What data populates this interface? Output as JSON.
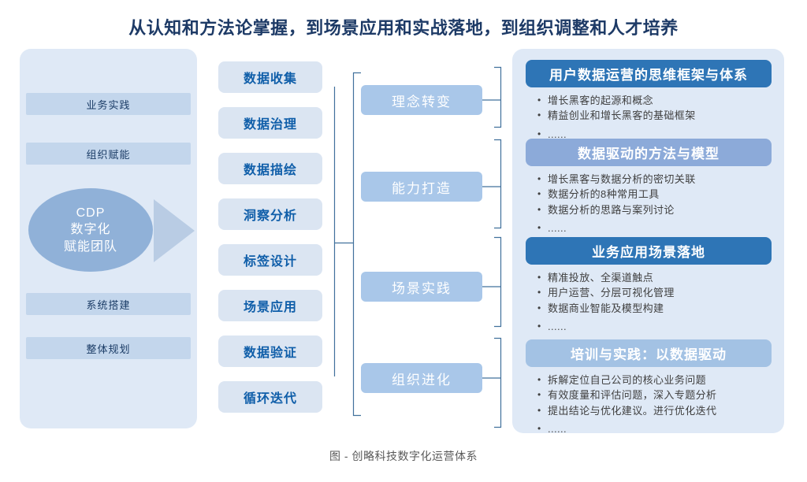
{
  "title": "从认知和方法论掌握，到场景应用和实战落地，到组织调整和人才培养",
  "caption": "图 - 创略科技数字化运营体系",
  "left_panel": {
    "bars": [
      "业务实践",
      "组织赋能",
      "系统搭建",
      "整体规划"
    ],
    "ellipse_label": "CDP\n数字化\n赋能团队"
  },
  "pipeline": {
    "items": [
      "数据收集",
      "数据治理",
      "数据描绘",
      "洞察分析",
      "标签设计",
      "场景应用",
      "数据验证",
      "循环迭代"
    ]
  },
  "stages": [
    "理念转变",
    "能力打造",
    "场景实践",
    "组织进化"
  ],
  "sections": [
    {
      "header": "用户数据运营的思维框架与体系",
      "bullets": [
        "增长黑客的起源和概念",
        "精益创业和增长黑客的基础框架",
        "......"
      ]
    },
    {
      "header": "数据驱动的方法与模型",
      "bullets": [
        "增长黑客与数据分析的密切关联",
        "数据分析的8种常用工具",
        "数据分析的思路与案列讨论",
        "......"
      ]
    },
    {
      "header": "业务应用场景落地",
      "bullets": [
        "精准投放、全渠道触点",
        "用户运营、分层可视化管理",
        "数据商业智能及模型构建",
        "......"
      ]
    },
    {
      "header": "培训与实践：以数据驱动",
      "bullets": [
        "拆解定位自己公司的核心业务问题",
        "有效度量和评估问题，深入专题分析",
        "提出结论与优化建议。进行优化迭代",
        "......"
      ]
    }
  ],
  "colors": {
    "title_text": "#1d3a66",
    "panel_bg": "#dfe9f6",
    "left_bar_bg": "#c3d6ec",
    "ellipse_bg": "#90b1d8",
    "arrow_fill": "#b9cce4",
    "pill_bg": "#dbe5f2",
    "pill_text": "#0f5ea9",
    "stage_bg": "#a9c7e9",
    "header_dark": "#2e75b6",
    "header_periwinkle": "#8caad9",
    "header_light": "#a3c2e4",
    "bullet_text": "#404040",
    "connector": "#41719c",
    "caption_text": "#595959"
  }
}
